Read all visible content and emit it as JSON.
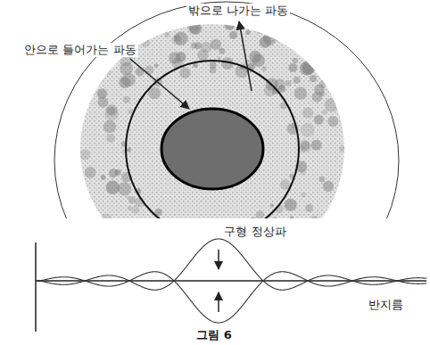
{
  "diagram": {
    "caption": "그림 6",
    "labels": [
      "밖으로 나가는 파동",
      "안으로 들어가는 파동",
      "구형 정상파",
      "반지름"
    ]
  }
}
